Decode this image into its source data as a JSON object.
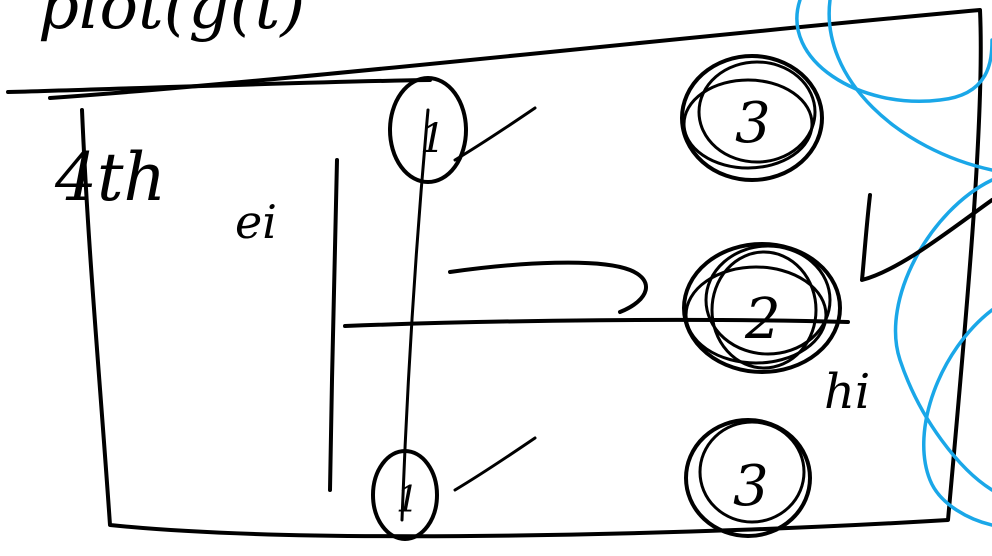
{
  "sketch": {
    "header_text": "plot(g(t)",
    "label_4th": "4th",
    "label_ei": "ei",
    "label_hi": "hi",
    "node_top_right": "3",
    "node_middle_right": "2",
    "node_bottom_right": "3",
    "node_top_left": "1",
    "node_bottom_left": "1",
    "ink_color": "#000000",
    "accent_color": "#1aa7e8"
  }
}
